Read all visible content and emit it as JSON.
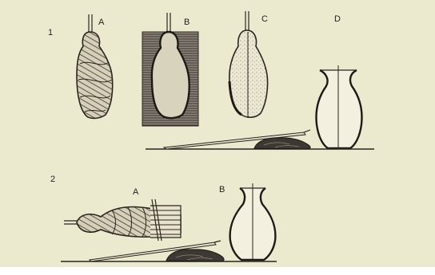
{
  "panels": {
    "panel1": {
      "number": "1",
      "letters": [
        "A",
        "B",
        "C",
        "D"
      ]
    },
    "panel2": {
      "number": "2",
      "letters": [
        "A",
        "B"
      ]
    }
  },
  "colors": {
    "paper": "#eceace",
    "ink": "#2a2520",
    "mould_fill": "#6f6a62"
  }
}
